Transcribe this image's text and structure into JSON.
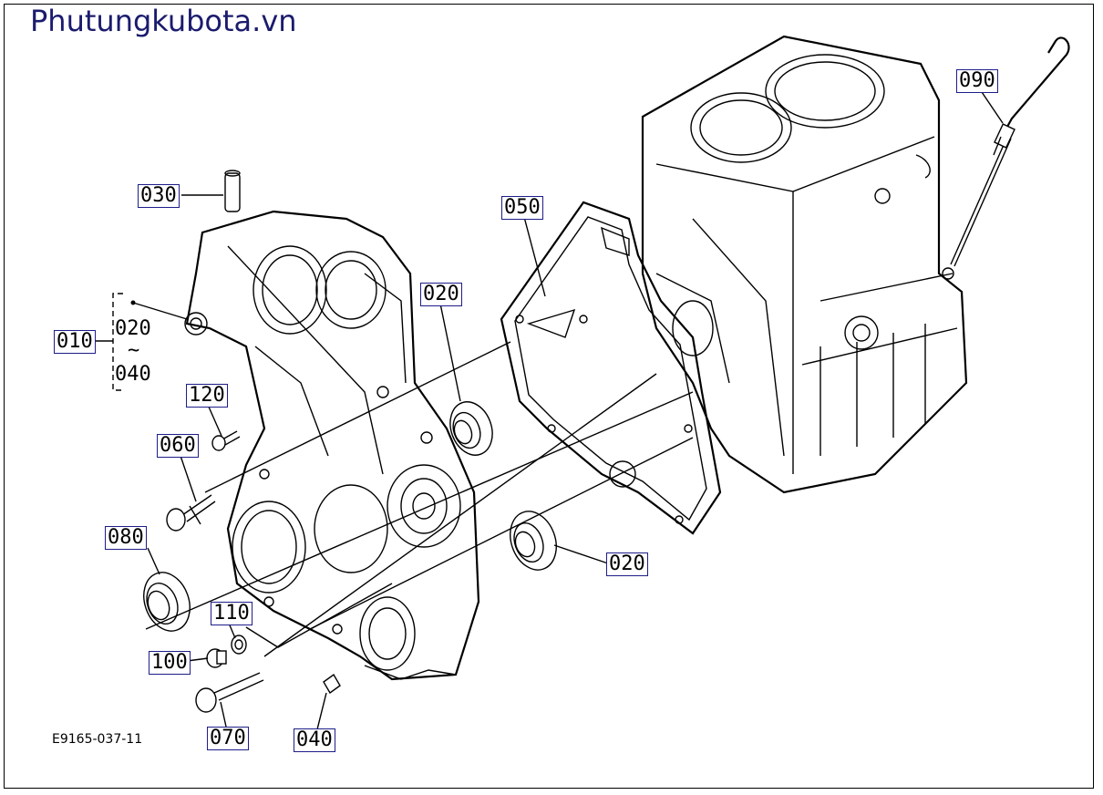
{
  "watermark": "Phutungkubota.vn",
  "figure_code": "E9165-037-11",
  "labels": {
    "p010": "010",
    "p020a": "020",
    "p020b": "020",
    "p030": "030",
    "p040": "040",
    "p050": "050",
    "p060": "060",
    "p070": "070",
    "p080": "080",
    "p090": "090",
    "p100": "100",
    "p110": "110",
    "p120": "120"
  },
  "range": {
    "from": "020",
    "tilde": "~",
    "to": "040"
  }
}
